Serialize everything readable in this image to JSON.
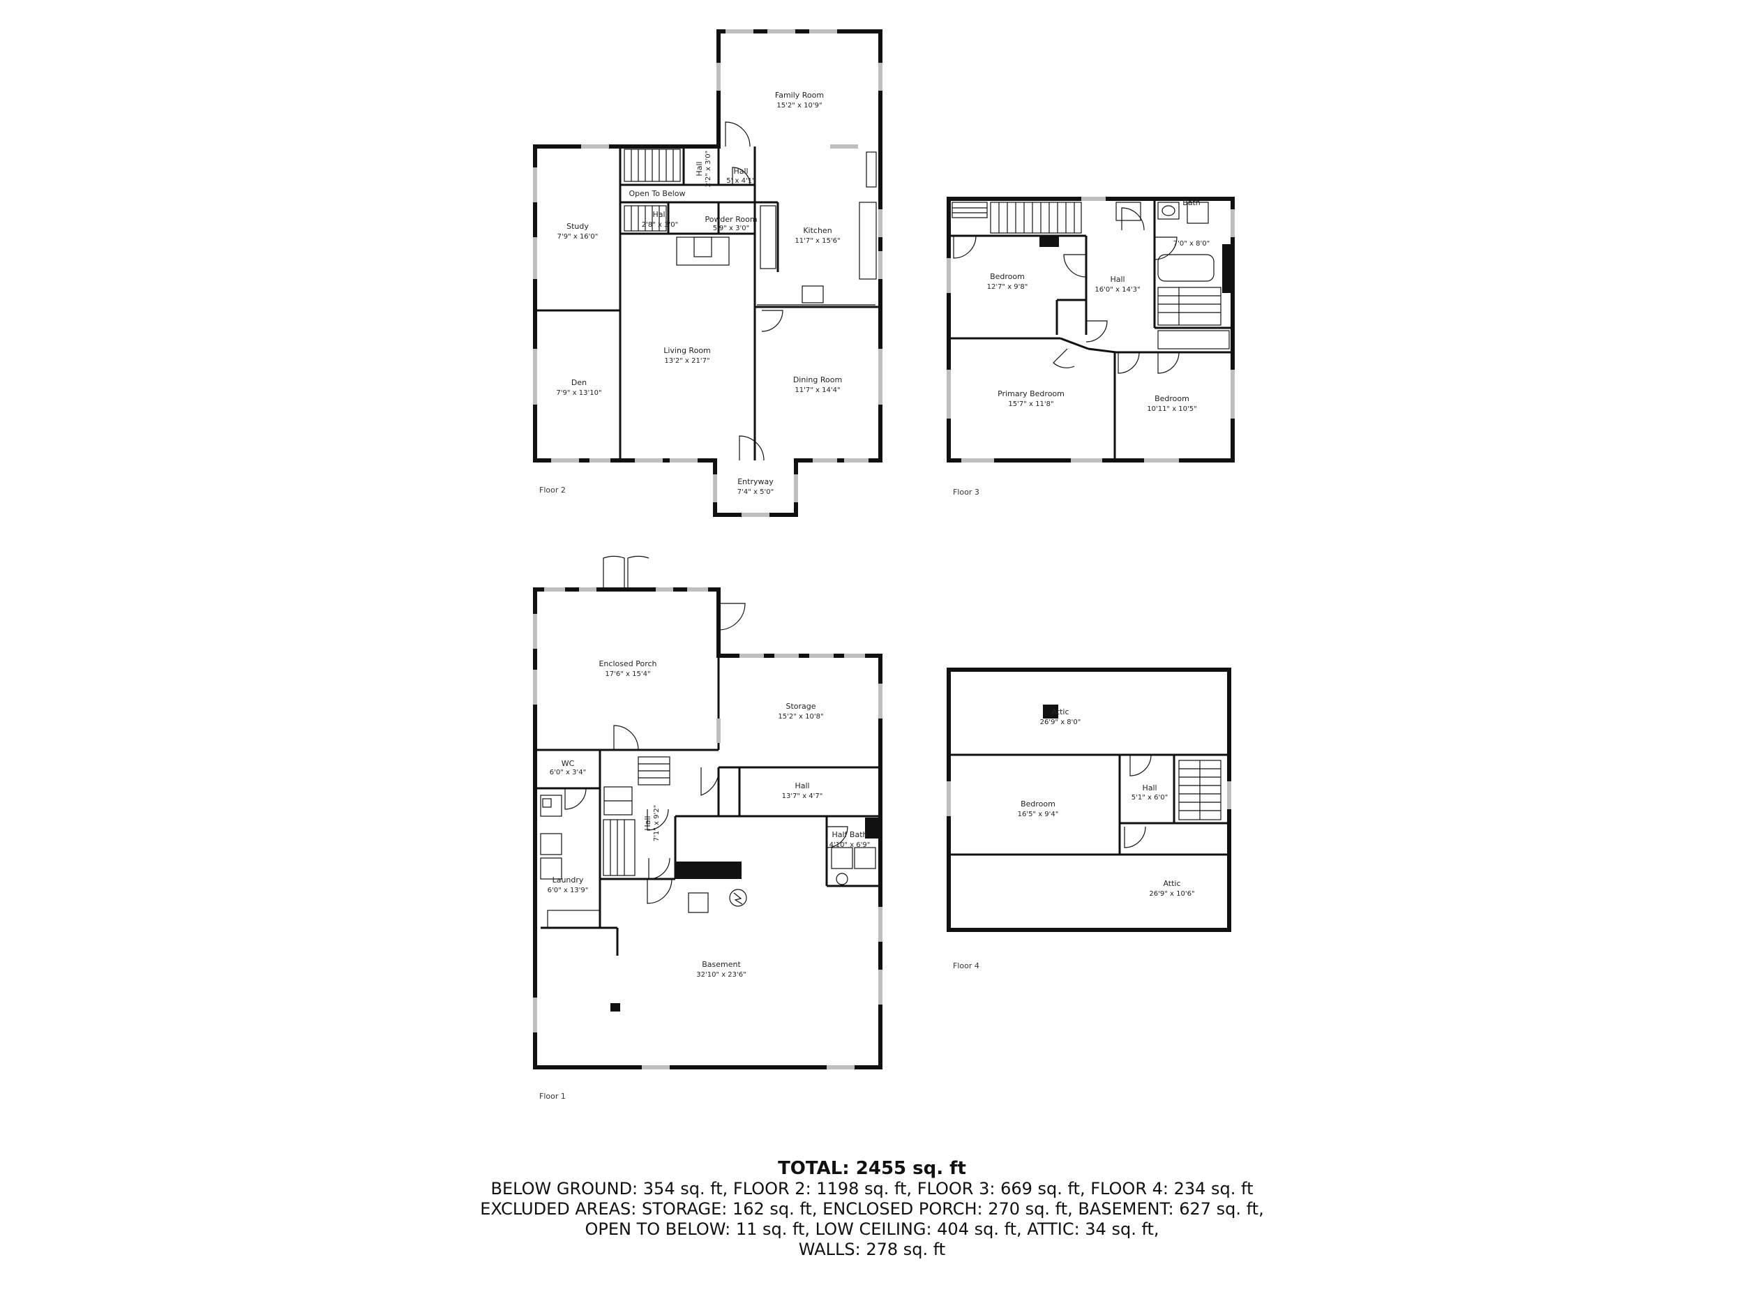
{
  "floors": [
    {
      "label": "Floor 2",
      "rooms": [
        {
          "name": "Family Room",
          "dims": "15'2\" x 10'9\""
        },
        {
          "name": "Study",
          "dims": "7'9\" x 16'0\""
        },
        {
          "name": "Hall",
          "dims": "2'8\" x 3'0\""
        },
        {
          "name": "Hall",
          "dims": "5' x 4'1\""
        },
        {
          "name": "Hall",
          "dims": "2'2\" x 3'0\""
        },
        {
          "name": "Open To Below",
          "dims": ""
        },
        {
          "name": "Powder Room",
          "dims": "5'9\" x 3'0\""
        },
        {
          "name": "Kitchen",
          "dims": "11'7\" x 15'6\""
        },
        {
          "name": "Living Room",
          "dims": "13'2\" x 21'7\""
        },
        {
          "name": "Den",
          "dims": "7'9\" x 13'10\""
        },
        {
          "name": "Dining Room",
          "dims": "11'7\" x 14'4\""
        },
        {
          "name": "Entryway",
          "dims": "7'4\" x 5'0\""
        }
      ]
    },
    {
      "label": "Floor 3",
      "rooms": [
        {
          "name": "Bedroom",
          "dims": "12'7\" x 9'8\""
        },
        {
          "name": "Hall",
          "dims": "16'0\" x 14'3\""
        },
        {
          "name": "Bath",
          "dims": "7'0\" x 8'0\""
        },
        {
          "name": "Primary Bedroom",
          "dims": "15'7\" x 11'8\""
        },
        {
          "name": "Bedroom",
          "dims": "10'11\" x 10'5\""
        }
      ]
    },
    {
      "label": "Floor 1",
      "rooms": [
        {
          "name": "Enclosed Porch",
          "dims": "17'6\" x 15'4\""
        },
        {
          "name": "Storage",
          "dims": "15'2\" x 10'8\""
        },
        {
          "name": "WC",
          "dims": "6'0\" x 3'4\""
        },
        {
          "name": "Hall",
          "dims": "13'7\" x 4'7\""
        },
        {
          "name": "Hall",
          "dims": "7'1\" x 9'2\""
        },
        {
          "name": "Half Bath",
          "dims": "4'10\" x 6'9\""
        },
        {
          "name": "Laundry",
          "dims": "6'0\" x 13'9\""
        },
        {
          "name": "Basement",
          "dims": "32'10\" x 23'6\""
        }
      ]
    },
    {
      "label": "Floor 4",
      "rooms": [
        {
          "name": "Attic",
          "dims": "26'9\" x 8'0\""
        },
        {
          "name": "Bedroom",
          "dims": "16'5\" x 9'4\""
        },
        {
          "name": "Hall",
          "dims": "5'1\" x 6'0\""
        },
        {
          "name": "Attic",
          "dims": "26'9\" x 10'6\""
        }
      ]
    }
  ],
  "summary": {
    "total": "TOTAL: 2455 sq. ft",
    "lines": [
      "BELOW GROUND: 354 sq. ft, FLOOR 2: 1198 sq. ft, FLOOR 3: 669 sq. ft, FLOOR 4: 234 sq. ft",
      "EXCLUDED AREAS: STORAGE: 162 sq. ft, ENCLOSED PORCH: 270 sq. ft, BASEMENT: 627 sq. ft,",
      "OPEN TO BELOW: 11 sq. ft, LOW CEILING: 404 sq. ft, ATTIC: 34 sq. ft,",
      "WALLS: 278 sq. ft"
    ]
  }
}
